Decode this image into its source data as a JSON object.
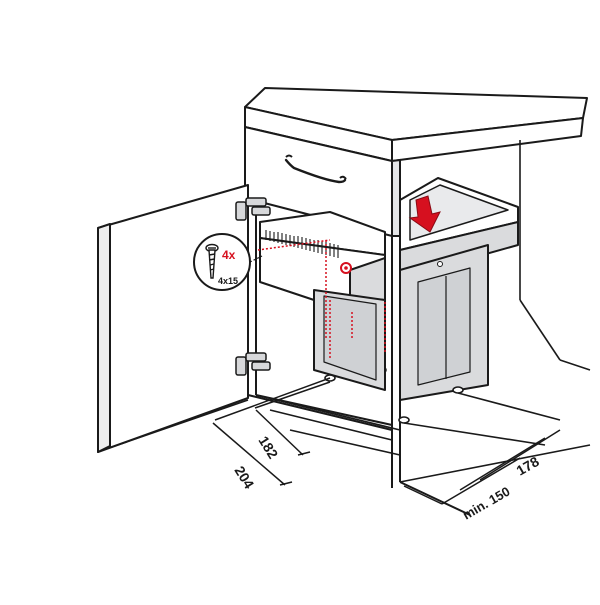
{
  "callout": {
    "screw_count": "4x",
    "screw_size": "4x15"
  },
  "dimensions": {
    "left_outer": "204",
    "left_inner": "182",
    "front_min": "min. 150",
    "front_right": "178"
  },
  "colors": {
    "line": "#1a1a1a",
    "accent": "#d6101f",
    "panel": "#ffffff",
    "shade": "#dadbdd",
    "dark_shade": "#bfc1c4"
  },
  "icons": {
    "insert_arrow": "arrow-down-icon",
    "screw": "screw-icon"
  }
}
